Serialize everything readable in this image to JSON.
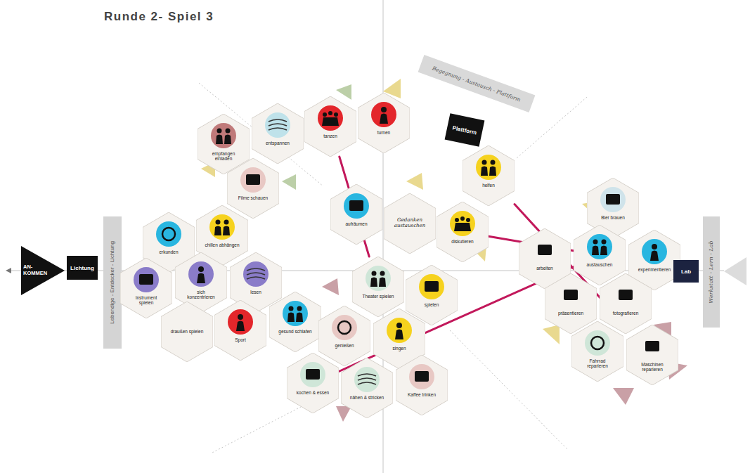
{
  "diagram": {
    "title": "Runde 2- Spiel 3",
    "nodes": [
      {
        "text": [
          "AN- KOMMEN"
        ]
      },
      {
        "text": [
          "Lichtung"
        ]
      },
      {
        "text": [
          "Lebendige - Entdecker - Lichtung"
        ]
      },
      {
        "text": [
          "empfangen einladen"
        ]
      },
      {
        "text": [
          "entspannen"
        ]
      },
      {
        "text": [
          "tanzen"
        ]
      },
      {
        "text": [
          "turnen"
        ]
      },
      {
        "text": [
          "Filme schauen"
        ]
      },
      {
        "text": [
          "Begegnung - Austausch - Plattform"
        ]
      },
      {
        "text": [
          "Plattform"
        ]
      },
      {
        "text": [
          "helfen"
        ]
      },
      {
        "text": [
          "aufräumen"
        ]
      },
      {
        "text": [
          "Gedanken austauschen"
        ]
      },
      {
        "text": [
          "diskutieren"
        ]
      },
      {
        "text": [
          "erkunden"
        ]
      },
      {
        "text": [
          "chillen abhängen"
        ]
      },
      {
        "text": [
          "Instrument spielen"
        ]
      },
      {
        "text": [
          "sich konzentrieren"
        ]
      },
      {
        "text": [
          "lesen"
        ]
      },
      {
        "text": [
          "draußen spielen"
        ]
      },
      {
        "text": [
          "Sport"
        ]
      },
      {
        "text": [
          "gesund schlafen"
        ]
      },
      {
        "text": [
          "Theater spielen"
        ]
      },
      {
        "text": [
          "spielen"
        ]
      },
      {
        "text": [
          "genießen"
        ]
      },
      {
        "text": [
          "singen"
        ]
      },
      {
        "text": [
          "kochen & essen"
        ]
      },
      {
        "text": [
          "nähen & stricken"
        ]
      },
      {
        "text": [
          "Kaffee trinken"
        ]
      },
      {
        "text": [
          "Bier brauen"
        ]
      },
      {
        "text": [
          "arbeiten"
        ]
      },
      {
        "text": [
          "austauschen"
        ]
      },
      {
        "text": [
          "experimentieren"
        ]
      },
      {
        "text": [
          "Lab"
        ]
      },
      {
        "text": [
          "Werkstatt - Lern - Lab"
        ]
      },
      {
        "text": [
          "präsentieren"
        ]
      },
      {
        "text": [
          "fotografieren"
        ]
      },
      {
        "text": [
          "Fahrrad reparieren"
        ]
      },
      {
        "text": [
          "Maschinen reparieren"
        ]
      }
    ],
    "edges": [
      {
        "from": 5,
        "to": 22,
        "arrow": "none"
      },
      {
        "from": 10,
        "to": 38,
        "arrow": "none"
      },
      {
        "from": 13,
        "to": 31,
        "arrow": "none"
      },
      {
        "from": 26,
        "to": 31,
        "arrow": "none"
      }
    ]
  }
}
